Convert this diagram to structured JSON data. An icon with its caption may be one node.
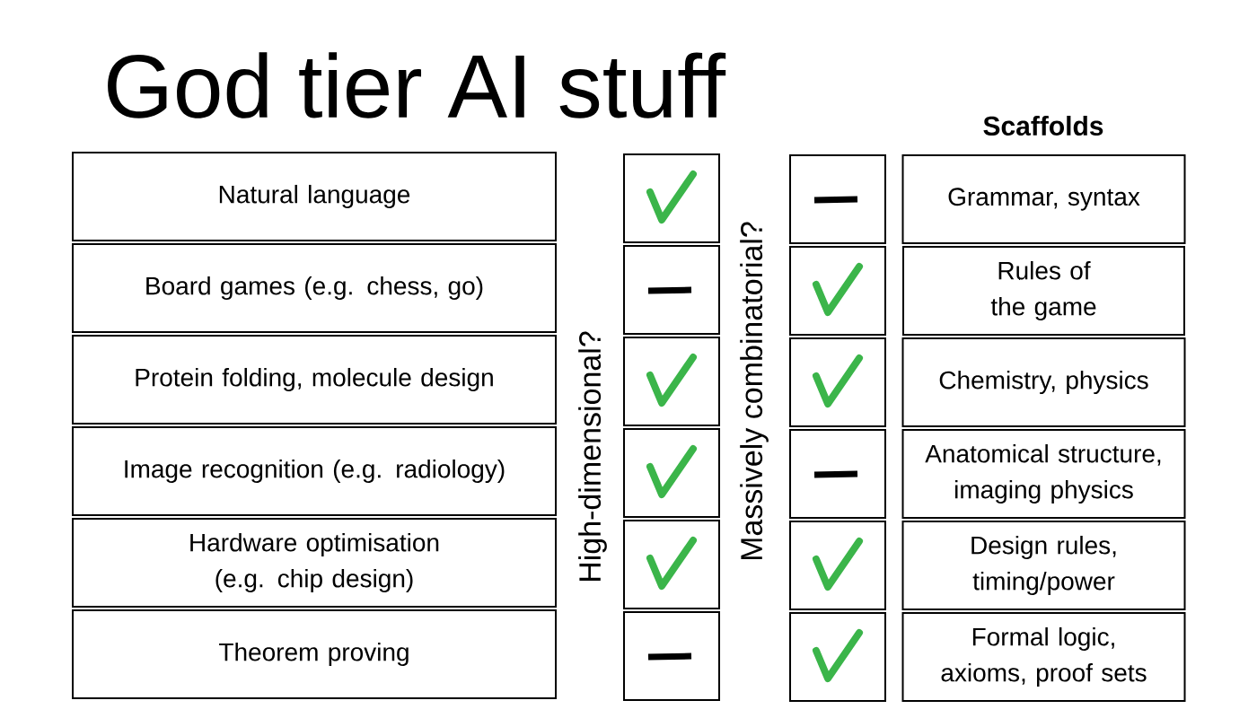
{
  "diagram": {
    "title": "God tier AI stuff",
    "nodes": [
      {
        "text": [
          "Natural language"
        ]
      },
      {
        "text": [],
        "shape": "checkmark"
      },
      {
        "text": [],
        "shape": "dash"
      },
      {
        "text": [
          "Grammar, syntax"
        ]
      },
      {
        "text": [
          "Board games  (e.g. chess, go)"
        ]
      },
      {
        "text": [],
        "shape": "dash"
      },
      {
        "text": [],
        "shape": "checkmark"
      },
      {
        "text": [
          "Rules of the game"
        ]
      },
      {
        "text": [
          "Protein folding, molecule design"
        ]
      },
      {
        "text": [],
        "shape": "checkmark"
      },
      {
        "text": [],
        "shape": "checkmark"
      },
      {
        "text": [
          "Chemistry, physics"
        ]
      },
      {
        "text": [
          "Image recognition (e.g. radiology)"
        ]
      },
      {
        "text": [],
        "shape": "checkmark"
      },
      {
        "text": [],
        "shape": "dash"
      },
      {
        "text": [
          "Anatomical structure, imaging physics"
        ]
      },
      {
        "text": [
          "Hardware optimisation (e.g. chip design)"
        ]
      },
      {
        "text": [],
        "shape": "checkmark"
      },
      {
        "text": [],
        "shape": "checkmark"
      },
      {
        "text": [
          "Design rules, timing/power"
        ]
      },
      {
        "text": [
          "Theorem proving"
        ]
      },
      {
        "text": [],
        "shape": "dash"
      },
      {
        "text": [],
        "shape": "checkmark"
      },
      {
        "text": [
          "Formal logic, axioms, proof sets"
        ]
      }
    ],
    "labels": [
      "Scaffolds",
      "High-dimensional?",
      "Massively combinatorial?"
    ]
  }
}
